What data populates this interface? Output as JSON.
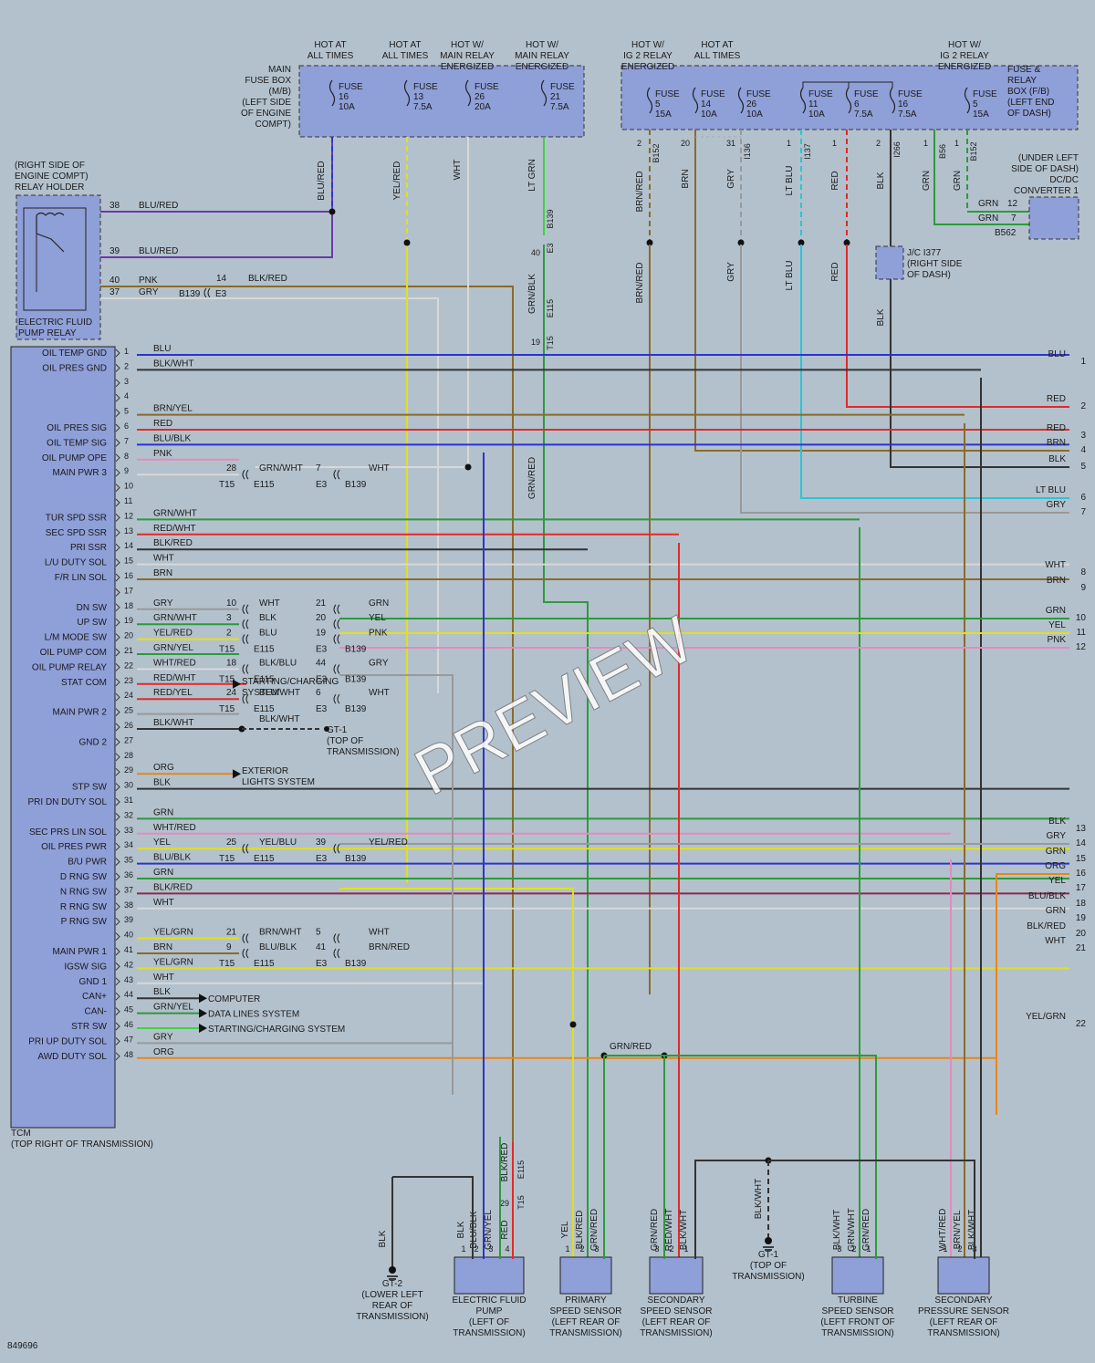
{
  "watermark": "PREVIEW",
  "figure_id": "849696",
  "colors": {
    "BLU": "#2a34d0",
    "BLK": "#333333",
    "BRN": "#8b6a2a",
    "RED": "#e22a2a",
    "YEL": "#e0e020",
    "GRN": "#2c9a3c",
    "WHT": "#d8d8d8",
    "GRY": "#999999",
    "PNK": "#e58abf",
    "ORG": "#e8861a",
    "LTBLU": "#29c5d6",
    "LTGRN": "#3fd33f",
    "VIO": "#6a3aa8",
    "FUSE": "#8f9fd8"
  },
  "hot_labels": [
    {
      "l1": "HOT AT",
      "l2": "ALL TIMES",
      "l3": ""
    },
    {
      "l1": "HOT AT",
      "l2": "ALL TIMES",
      "l3": ""
    },
    {
      "l1": "HOT W/",
      "l2": "MAIN RELAY",
      "l3": "ENERGIZED"
    },
    {
      "l1": "HOT W/",
      "l2": "MAIN RELAY",
      "l3": "ENERGIZED"
    },
    {
      "l1": "HOT W/",
      "l2": "IG 2 RELAY",
      "l3": "ENERGIZED"
    },
    {
      "l1": "HOT AT",
      "l2": "ALL TIMES",
      "l3": ""
    },
    {
      "l1": "HOT W/",
      "l2": "IG 2 RELAY",
      "l3": "ENERGIZED"
    }
  ],
  "main_fuse_box": {
    "label": [
      "MAIN",
      "FUSE BOX",
      "(M/B)",
      "(LEFT SIDE",
      "OF ENGINE",
      "COMPT)"
    ]
  },
  "fuse_relay_box": {
    "label": [
      "FUSE &",
      "RELAY",
      "BOX (F/B)",
      "(LEFT END",
      "OF DASH)"
    ]
  },
  "fuses_mb": [
    {
      "name": "FUSE",
      "num": "16",
      "amp": "10A"
    },
    {
      "name": "FUSE",
      "num": "13",
      "amp": "7.5A"
    },
    {
      "name": "FUSE",
      "num": "26",
      "amp": "20A"
    },
    {
      "name": "FUSE",
      "num": "21",
      "amp": "7.5A"
    }
  ],
  "fuses_fb": [
    {
      "name": "FUSE",
      "num": "5",
      "amp": "15A"
    },
    {
      "name": "FUSE",
      "num": "14",
      "amp": "10A"
    },
    {
      "name": "FUSE",
      "num": "26",
      "amp": "10A"
    },
    {
      "name": "FUSE",
      "num": "11",
      "amp": "10A"
    },
    {
      "name": "FUSE",
      "num": "6",
      "amp": "7.5A"
    },
    {
      "name": "FUSE",
      "num": "16",
      "amp": "7.5A"
    },
    {
      "name": "FUSE",
      "num": "5",
      "amp": "15A"
    }
  ],
  "relay_holder": {
    "label": [
      "(RIGHT SIDE OF",
      "ENGINE COMPT)",
      "RELAY HOLDER"
    ],
    "relay": [
      "ELECTRIC FLUID",
      "PUMP RELAY"
    ]
  },
  "dcdc": {
    "label": [
      "(UNDER LEFT",
      "SIDE OF DASH)",
      "DC/DC",
      "CONVERTER 1"
    ]
  },
  "jc": {
    "label": [
      "J/C I377",
      "(RIGHT SIDE",
      "OF DASH)"
    ]
  },
  "tcm": {
    "label": [
      "TCM",
      "(TOP RIGHT OF TRANSMISSION)"
    ]
  },
  "tcm_signals": [
    {
      "pin": 1,
      "name": "OIL TEMP GND"
    },
    {
      "pin": 2,
      "name": "OIL PRES GND"
    },
    {
      "pin": 6,
      "name": "OIL PRES SIG"
    },
    {
      "pin": 7,
      "name": "OIL TEMP SIG"
    },
    {
      "pin": 8,
      "name": "OIL PUMP OPE"
    },
    {
      "pin": 9,
      "name": "MAIN PWR 3"
    },
    {
      "pin": 12,
      "name": "TUR SPD SSR"
    },
    {
      "pin": 13,
      "name": "SEC SPD SSR"
    },
    {
      "pin": 14,
      "name": "PRI SSR"
    },
    {
      "pin": 15,
      "name": "L/U DUTY SOL"
    },
    {
      "pin": 16,
      "name": "F/R LIN SOL"
    },
    {
      "pin": 18,
      "name": "DN SW"
    },
    {
      "pin": 19,
      "name": "UP SW"
    },
    {
      "pin": 20,
      "name": "L/M MODE SW"
    },
    {
      "pin": 21,
      "name": "OIL PUMP COM"
    },
    {
      "pin": 22,
      "name": "OIL PUMP RELAY"
    },
    {
      "pin": 23,
      "name": "STAT COM"
    },
    {
      "pin": 25,
      "name": "MAIN PWR 2"
    },
    {
      "pin": 27,
      "name": "GND 2"
    },
    {
      "pin": 30,
      "name": "STP SW"
    },
    {
      "pin": 31,
      "name": "PRI DN DUTY SOL"
    },
    {
      "pin": 33,
      "name": "SEC PRS LIN SOL"
    },
    {
      "pin": 34,
      "name": "OIL PRES PWR"
    },
    {
      "pin": 35,
      "name": "B/U PWR"
    },
    {
      "pin": 36,
      "name": "D RNG SW"
    },
    {
      "pin": 37,
      "name": "N RNG SW"
    },
    {
      "pin": 38,
      "name": "R RNG SW"
    },
    {
      "pin": 39,
      "name": "P RNG SW"
    },
    {
      "pin": 41,
      "name": "MAIN PWR 1"
    },
    {
      "pin": 42,
      "name": "IGSW SIG"
    },
    {
      "pin": 43,
      "name": "GND 1"
    },
    {
      "pin": 44,
      "name": "CAN+"
    },
    {
      "pin": 45,
      "name": "CAN-"
    },
    {
      "pin": 46,
      "name": "STR SW"
    },
    {
      "pin": 47,
      "name": "PRI UP DUTY SOL"
    },
    {
      "pin": 48,
      "name": "AWD DUTY SOL"
    }
  ],
  "tcm_wires": [
    {
      "pin": 1,
      "wire": "BLU",
      "color": "#2a34d0",
      "end": 1172,
      "out": "1"
    },
    {
      "pin": 2,
      "wire": "BLK/WHT",
      "color": "#333333",
      "end": 1075
    },
    {
      "pin": 3,
      "wire": "",
      "color": ""
    },
    {
      "pin": 4,
      "wire": "",
      "color": ""
    },
    {
      "pin": 5,
      "wire": "BRN/YEL",
      "color": "#8b6a2a",
      "end": 1057
    },
    {
      "pin": 6,
      "wire": "RED",
      "color": "#e22a2a",
      "end": 1172,
      "out": "3"
    },
    {
      "pin": 7,
      "wire": "BLU/BLK",
      "color": "#2a34d0",
      "end": 1172,
      "out": "4"
    },
    {
      "pin": 8,
      "wire": "PNK",
      "color": "#e58abf",
      "end": 262
    },
    {
      "pin": 9,
      "wire": "",
      "color": "#d8d8d8",
      "end": 262
    },
    {
      "pin": 10,
      "wire": "",
      "color": ""
    },
    {
      "pin": 11,
      "wire": "",
      "color": ""
    },
    {
      "pin": 12,
      "wire": "GRN/WHT",
      "color": "#2c9a3c",
      "end": 942
    },
    {
      "pin": 13,
      "wire": "RED/WHT",
      "color": "#e22a2a",
      "end": 744
    },
    {
      "pin": 14,
      "wire": "BLK/RED",
      "color": "#333333",
      "end": 644
    },
    {
      "pin": 15,
      "wire": "WHT",
      "color": "#d8d8d8",
      "end": 1172,
      "out": "8"
    },
    {
      "pin": 16,
      "wire": "BRN",
      "color": "#8b6a2a",
      "end": 1172,
      "out": "9"
    },
    {
      "pin": 17,
      "wire": "",
      "color": ""
    },
    {
      "pin": 18,
      "wire": "GRY",
      "color": "#999999",
      "end": 262
    },
    {
      "pin": 19,
      "wire": "GRN/WHT",
      "color": "#2c9a3c",
      "end": 262
    },
    {
      "pin": 20,
      "wire": "YEL/RED",
      "color": "#e0e020",
      "end": 262
    },
    {
      "pin": 21,
      "wire": "GRN/YEL",
      "color": "#2c9a3c",
      "end": 262
    },
    {
      "pin": 22,
      "wire": "WHT/RED",
      "color": "#d8d8d8",
      "end": 262
    },
    {
      "pin": 23,
      "wire": "RED/WHT",
      "color": "#e22a2a",
      "end": 270
    },
    {
      "pin": 24,
      "wire": "RED/YEL",
      "color": "#e22a2a",
      "end": 262
    },
    {
      "pin": 25,
      "wire": "",
      "color": "#999999",
      "end": 262
    },
    {
      "pin": 26,
      "wire": "BLK/WHT",
      "color": "#333333",
      "end": 262
    },
    {
      "pin": 27,
      "wire": "",
      "color": ""
    },
    {
      "pin": 28,
      "wire": "",
      "color": ""
    },
    {
      "pin": 29,
      "wire": "ORG",
      "color": "#e8861a",
      "end": 255
    },
    {
      "pin": 30,
      "wire": "BLK",
      "color": "#333333",
      "end": 1172,
      "out": "13"
    },
    {
      "pin": 31,
      "wire": "",
      "color": ""
    },
    {
      "pin": 32,
      "wire": "GRN",
      "color": "#2c9a3c",
      "end": 1172,
      "out": "15"
    },
    {
      "pin": 33,
      "wire": "WHT/RED",
      "color": "#e58abf",
      "end": 1042
    },
    {
      "pin": 34,
      "wire": "YEL",
      "color": "#e0e020",
      "end": 1172,
      "out": "17"
    },
    {
      "pin": 35,
      "wire": "BLU/BLK",
      "color": "#2a34d0",
      "end": 1172,
      "out": "18"
    },
    {
      "pin": 36,
      "wire": "GRN",
      "color": "#2c9a3c",
      "end": 1172,
      "out": "19"
    },
    {
      "pin": 37,
      "wire": "BLK/RED",
      "color": "#8b2a4a",
      "end": 1172,
      "out": "20"
    },
    {
      "pin": 38,
      "wire": "WHT",
      "color": "#d8d8d8",
      "end": 1172,
      "out": "21"
    },
    {
      "pin": 39,
      "wire": "",
      "color": ""
    },
    {
      "pin": 40,
      "wire": "YEL/GRN",
      "color": "#e0e020",
      "end": 262
    },
    {
      "pin": 41,
      "wire": "BRN",
      "color": "#8b6a2a",
      "end": 262
    },
    {
      "pin": 42,
      "wire": "YEL/GRN",
      "color": "#e0e020",
      "end": 1172,
      "out": "22"
    },
    {
      "pin": 43,
      "wire": "WHT",
      "color": "#d8d8d8",
      "end": 530
    },
    {
      "pin": 44,
      "wire": "BLK",
      "color": "#333333",
      "end": 218
    },
    {
      "pin": 45,
      "wire": "GRN/YEL",
      "color": "#2c9a3c",
      "end": 218
    },
    {
      "pin": 46,
      "wire": "",
      "color": "#3fd33f",
      "end": 218
    },
    {
      "pin": 47,
      "wire": "GRY",
      "color": "#999999",
      "end": 496
    },
    {
      "pin": 48,
      "wire": "ORG",
      "color": "#e8861a",
      "end": 1092
    }
  ],
  "right_wires": [
    {
      "label": "BLU",
      "num": "1"
    },
    {
      "label": "RED",
      "num": "2"
    },
    {
      "label": "RED",
      "num": "3"
    },
    {
      "label": "BRN",
      "num": "4"
    },
    {
      "label": "BLK",
      "num": "5"
    },
    {
      "label": "LT BLU",
      "num": "6"
    },
    {
      "label": "GRY",
      "num": "7"
    },
    {
      "label": "WHT",
      "num": "8"
    },
    {
      "label": "BRN",
      "num": "9"
    },
    {
      "label": "GRN",
      "num": "10"
    },
    {
      "label": "YEL",
      "num": "11"
    },
    {
      "label": "PNK",
      "num": "12"
    },
    {
      "label": "BLK",
      "num": "13"
    },
    {
      "label": "GRY",
      "num": "14"
    },
    {
      "label": "GRN",
      "num": "15"
    },
    {
      "label": "ORG",
      "num": "16"
    },
    {
      "label": "YEL",
      "num": "17"
    },
    {
      "label": "BLU/BLK",
      "num": "18"
    },
    {
      "label": "GRN",
      "num": "19"
    },
    {
      "label": "BLK/RED",
      "num": "20"
    },
    {
      "label": "WHT",
      "num": "21"
    },
    {
      "label": "YEL/GRN",
      "num": "22"
    }
  ],
  "connector_rows": [
    {
      "pin": 9,
      "a": "28",
      "b": "GRN/WHT",
      "c": "7",
      "d": "WHT",
      "c1": "T15",
      "c2": "E115",
      "c3": "E3",
      "c4": "B139"
    },
    {
      "pin": 18,
      "a": "10",
      "b": "WHT",
      "c": "21",
      "d": "GRN"
    },
    {
      "pin": 19,
      "a": "3",
      "b": "BLK",
      "c": "20",
      "d": "YEL"
    },
    {
      "pin": 20,
      "a": "2",
      "b": "BLU",
      "c": "19",
      "d": "PNK",
      "c1": "T15",
      "c2": "E115",
      "c3": "E3",
      "c4": "B139"
    },
    {
      "pin": 22,
      "a": "18",
      "b": "BLK/BLU",
      "c": "44",
      "d": "GRY",
      "c1": "T15",
      "c2": "E115",
      "c3": "E3",
      "c4": "B139"
    },
    {
      "pin": 24,
      "a": "24",
      "b": "BLU/WHT",
      "c": "6",
      "d": "WHT",
      "c1": "T15",
      "c2": "E115",
      "c3": "E3",
      "c4": "B139"
    },
    {
      "pin": 34,
      "a": "25",
      "b": "YEL/BLU",
      "c": "39",
      "d": "YEL/RED",
      "c1": "T15",
      "c2": "E115",
      "c3": "E3",
      "c4": "B139"
    },
    {
      "pin": 40,
      "a": "21",
      "b": "BRN/WHT",
      "c": "5",
      "d": "WHT"
    },
    {
      "pin": 41,
      "a": "9",
      "b": "BLU/BLK",
      "c": "41",
      "d": "BRN/RED",
      "c1": "T15",
      "c2": "E115",
      "c3": "E3",
      "c4": "B139"
    }
  ],
  "tcm_notes": [
    {
      "pin": 23,
      "text": [
        "STARTING/CHARGING",
        "SYSTEM"
      ]
    },
    {
      "pin": 26,
      "text": [
        "BLK/WHT"
      ],
      "gt": [
        "GT-1",
        "(TOP OF",
        "TRANSMISSION)"
      ]
    },
    {
      "pin": 29,
      "text": [
        "EXTERIOR",
        "LIGHTS SYSTEM"
      ]
    },
    {
      "pin": 44,
      "text": [
        "COMPUTER"
      ]
    },
    {
      "pin": 45,
      "text": [
        "DATA LINES SYSTEM"
      ]
    },
    {
      "pin": 46,
      "text": [
        "STARTING/CHARGING SYSTEM"
      ]
    }
  ],
  "relay_pins": [
    {
      "pin": "38",
      "wire": "BLU/RED"
    },
    {
      "pin": "39",
      "wire": "BLU/RED"
    },
    {
      "pin": "40",
      "wire": "PNK",
      "a": "14",
      "b": "BLK/RED"
    },
    {
      "pin": "37",
      "wire": "GRY",
      "c1": "B139",
      "c2": "E3"
    }
  ],
  "vertical_labels": {
    "mb": [
      "BLU/RED",
      "YEL/RED",
      "WHT",
      "LT GRN",
      "B139",
      "E3",
      "GRN/BLK",
      "E115",
      "T15",
      "GRN/RED"
    ],
    "fb": [
      "BRN/RED",
      "B152",
      "BRN",
      "GRY",
      "I136",
      "LT BLU",
      "I137",
      "RED",
      "BLK",
      "I266",
      "GRN",
      "B56",
      "GRN",
      "B152",
      "BRN/RED",
      "GRY",
      "LT BLU",
      "RED",
      "BLK"
    ],
    "mb_pins": [
      "40",
      "19"
    ],
    "fb_pins": [
      "2",
      "20",
      "31",
      "1",
      "1",
      "2",
      "1",
      "1"
    ],
    "dcdc_wires": [
      {
        "w": "GRN",
        "p": "12"
      },
      {
        "w": "GRN",
        "p": "7"
      }
    ],
    "dcdc_conn": "B562"
  },
  "sensors": [
    {
      "id": "efp",
      "label": [
        "ELECTRIC FLUID",
        "PUMP",
        "(LEFT OF",
        "TRANSMISSION)"
      ],
      "wires": [
        "BLK",
        "BLU/BLK",
        "GRN/YEL",
        "RED"
      ],
      "pins": [
        "1",
        "2",
        "3",
        "4"
      ],
      "extra": [
        "BLK/RED",
        "E115",
        "T15",
        "29"
      ]
    },
    {
      "id": "pss",
      "label": [
        "PRIMARY",
        "SPEED SENSOR",
        "(LEFT REAR OF",
        "TRANSMISSION)"
      ],
      "wires": [
        "YEL",
        "BLK/RED",
        "GRN/RED"
      ],
      "pins": [
        "1",
        "2",
        "3"
      ]
    },
    {
      "id": "sss",
      "label": [
        "SECONDARY",
        "SPEED SENSOR",
        "(LEFT REAR OF",
        "TRANSMISSION)"
      ],
      "wires": [
        "GRN/RED",
        "RED/WHT",
        "BLK/WHT"
      ],
      "pins": [
        "3",
        "2",
        "1"
      ]
    },
    {
      "id": "tss",
      "label": [
        "TURBINE",
        "SPEED SENSOR",
        "(LEFT FRONT OF",
        "TRANSMISSION)"
      ],
      "wires": [
        "BLK/WHT",
        "GRN/WHT",
        "GRN/RED"
      ],
      "pins": [
        "3",
        "2",
        "1"
      ]
    },
    {
      "id": "sps",
      "label": [
        "SECONDARY",
        "PRESSURE SENSOR",
        "(LEFT REAR OF",
        "TRANSMISSION)"
      ],
      "wires": [
        "WHT/RED",
        "BRN/YEL",
        "BLK/WHT"
      ],
      "pins": [
        "1",
        "2",
        "3"
      ]
    }
  ],
  "grounds": [
    {
      "label": [
        "GT-2",
        "(LOWER LEFT",
        "REAR OF",
        "TRANSMISSION)"
      ],
      "wire": "BLK"
    },
    {
      "label": [
        "GT-1",
        "(TOP OF",
        "TRANSMISSION)"
      ],
      "wire": "BLK/WHT"
    }
  ],
  "splice_label": "GRN/RED"
}
